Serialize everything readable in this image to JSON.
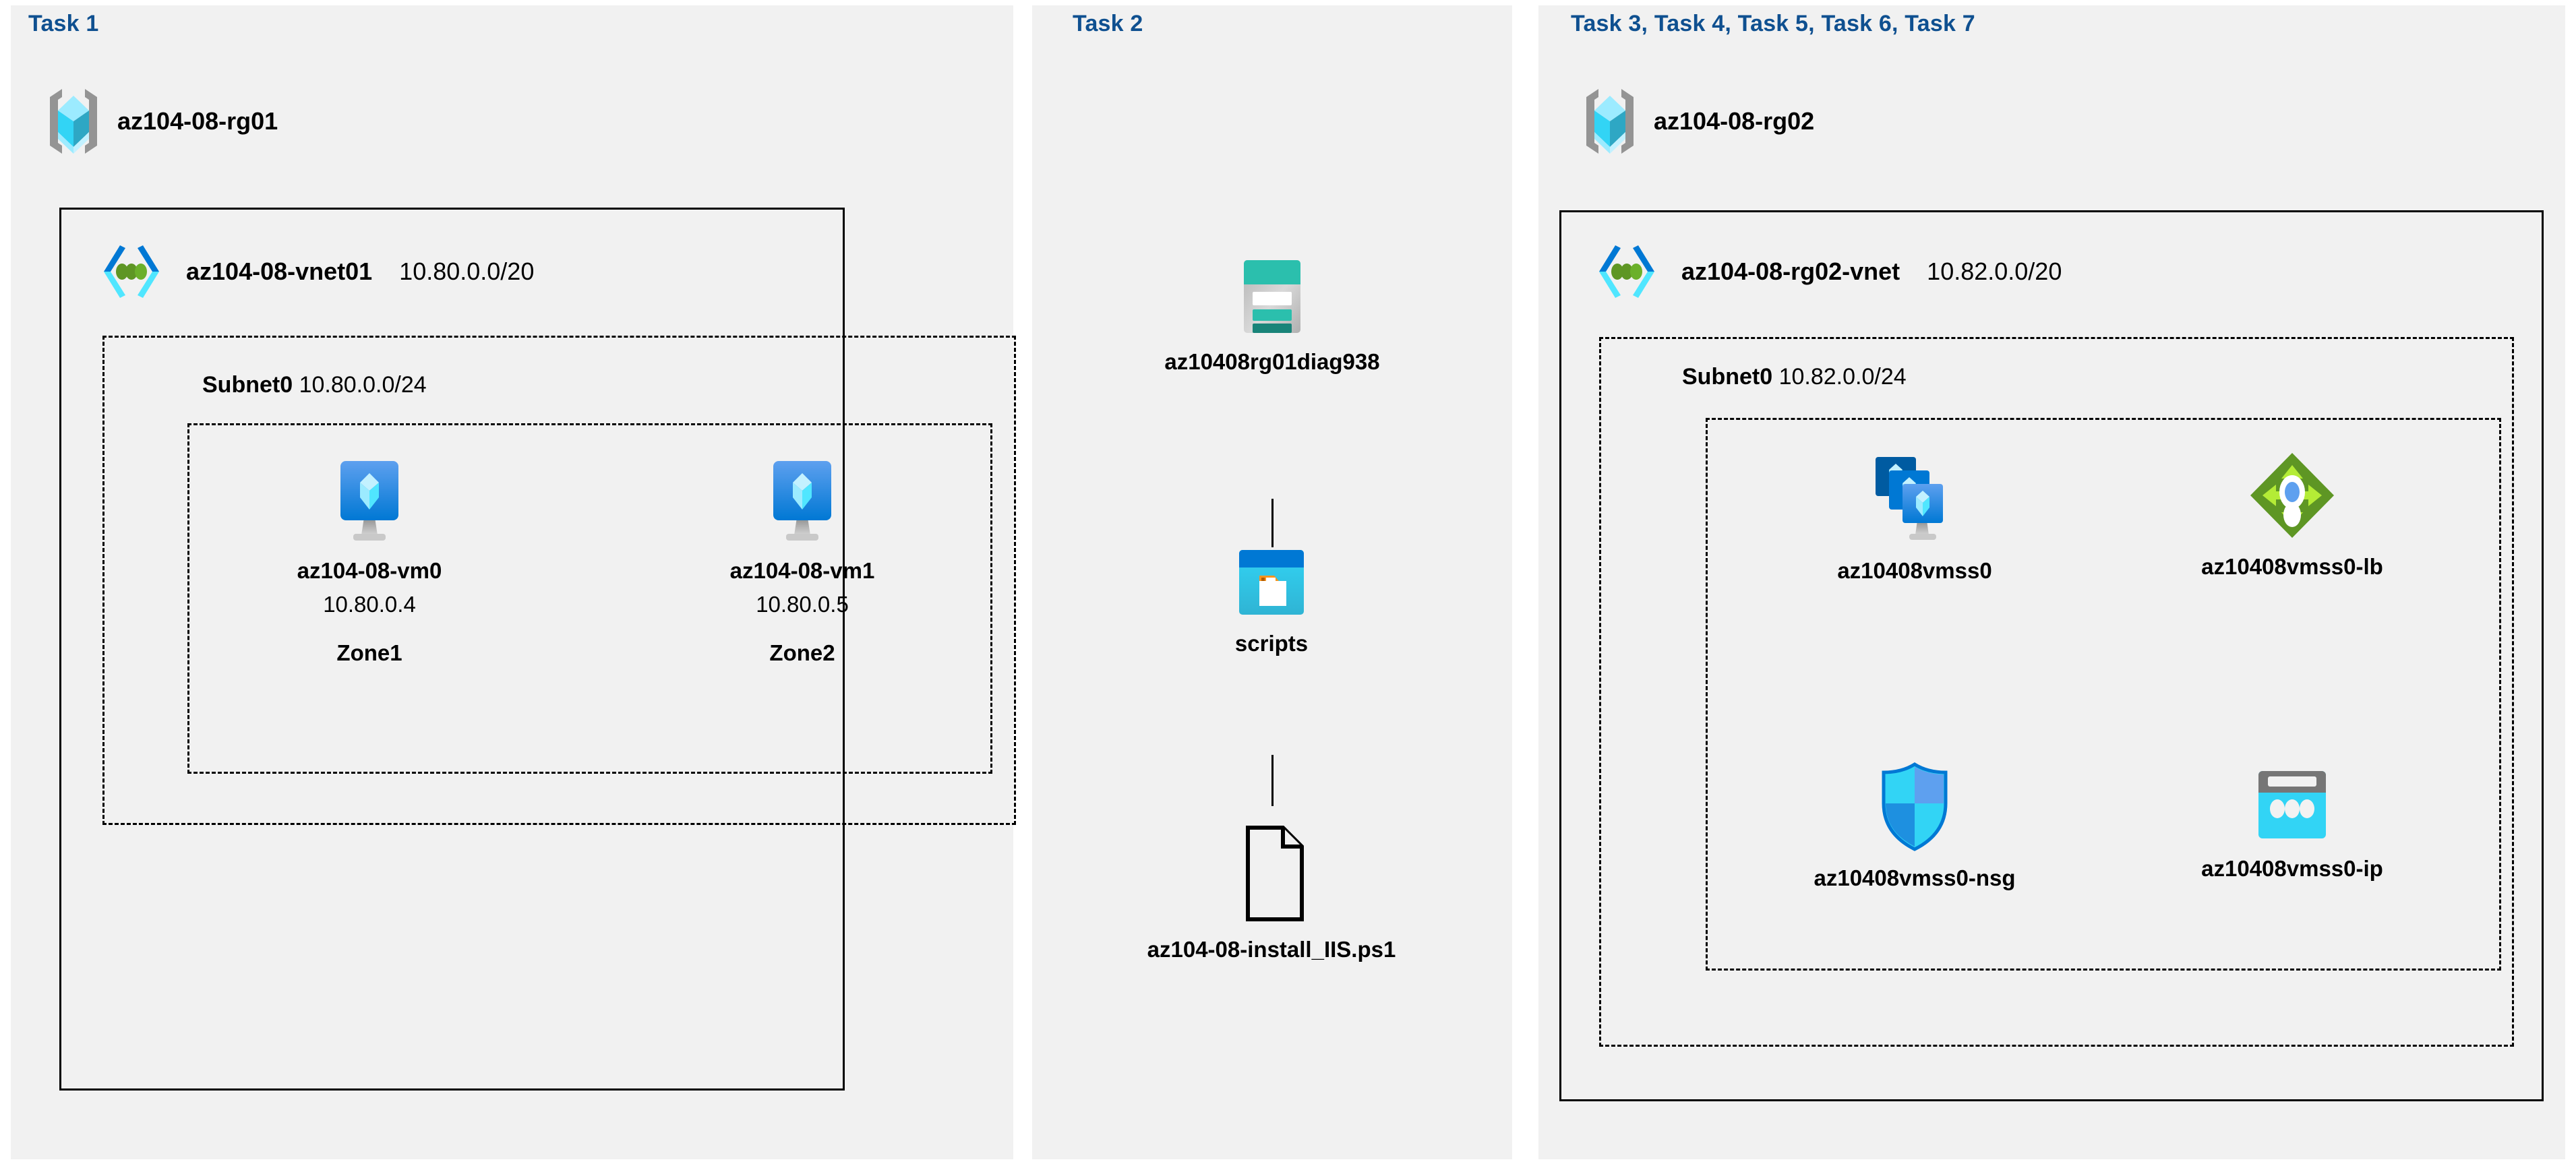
{
  "panels": [
    {
      "id": "panel-task1",
      "task_label": "Task 1"
    },
    {
      "id": "panel-task2",
      "task_label": "Task 2"
    },
    {
      "id": "panel-task3",
      "task_label": "Task 3, Task 4, Task 5, Task 6, Task 7"
    }
  ],
  "task1": {
    "resource_group": {
      "name": "az104-08-rg01",
      "icon": "resource-group-icon"
    },
    "vnet": {
      "name": "az104-08-vnet01",
      "cidr": "10.80.0.0/20",
      "icon": "virtual-network-icon"
    },
    "subnet": {
      "name": "Subnet0",
      "cidr": "10.80.0.0/24"
    },
    "vms": [
      {
        "icon": "virtual-machine-icon",
        "name": "az104-08-vm0",
        "ip": "10.80.0.4",
        "zone": "Zone1"
      },
      {
        "icon": "virtual-machine-icon",
        "name": "az104-08-vm1",
        "ip": "10.80.0.5",
        "zone": "Zone2"
      }
    ]
  },
  "task2": {
    "storage_account": {
      "icon": "storage-account-icon",
      "name": "az10408rg01diag938"
    },
    "blob_container": {
      "icon": "blob-container-icon",
      "name": "scripts"
    },
    "script_file": {
      "icon": "file-document-icon",
      "name": "az104-08-install_IIS.ps1"
    }
  },
  "task3": {
    "resource_group": {
      "name": "az104-08-rg02",
      "icon": "resource-group-icon"
    },
    "vnet": {
      "name": "az104-08-rg02-vnet",
      "cidr": "10.82.0.0/20",
      "icon": "virtual-network-icon"
    },
    "subnet": {
      "name": "Subnet0",
      "cidr": "10.82.0.0/24"
    },
    "resources": [
      {
        "icon": "vm-scale-set-icon",
        "name": "az10408vmss0"
      },
      {
        "icon": "load-balancer-icon",
        "name": "az10408vmss0-lb"
      },
      {
        "icon": "network-security-group-icon",
        "name": "az10408vmss0-nsg"
      },
      {
        "icon": "public-ip-address-icon",
        "name": "az10408vmss0-ip"
      }
    ]
  },
  "colors": {
    "task_label": "#0f5090",
    "panel_bg": "#f1f1f1",
    "page_bg": "#ffffff",
    "outline": "#000000",
    "azure_blue": "#0078d4",
    "azure_cyan": "#50e6ff",
    "teal": "#2bbfad",
    "teal_dark": "#198479",
    "green": "#5e9624",
    "green_light": "#b4ec36",
    "gray": "#949494",
    "orange": "#f7941e"
  }
}
